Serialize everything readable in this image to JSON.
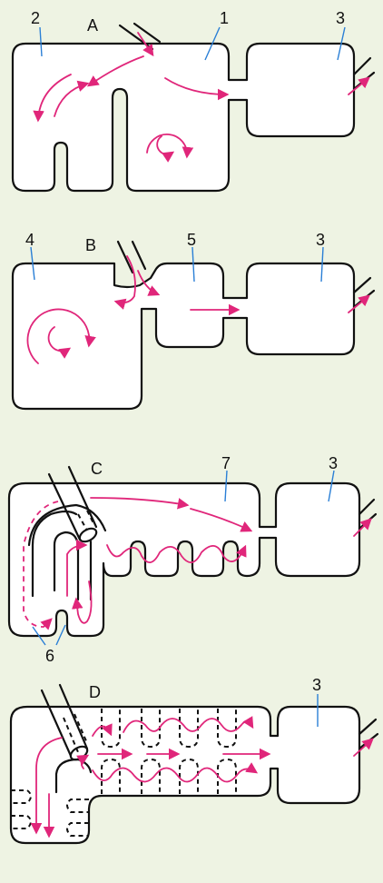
{
  "colors": {
    "background": "#eef3e3",
    "flow_arrow": "#e0267a",
    "outline": "#111111",
    "label_leader": "#2a7fd6",
    "chamber_fill": "#ffffff"
  },
  "panels": [
    {
      "letter": "A",
      "labels": [
        {
          "id": "2",
          "text": "2"
        },
        {
          "id": "1",
          "text": "1"
        },
        {
          "id": "3",
          "text": "3"
        }
      ]
    },
    {
      "letter": "B",
      "labels": [
        {
          "id": "4",
          "text": "4"
        },
        {
          "id": "5",
          "text": "5"
        },
        {
          "id": "3",
          "text": "3"
        }
      ]
    },
    {
      "letter": "C",
      "labels": [
        {
          "id": "7",
          "text": "7"
        },
        {
          "id": "3",
          "text": "3"
        },
        {
          "id": "6",
          "text": "6"
        }
      ]
    },
    {
      "letter": "D",
      "labels": [
        {
          "id": "3",
          "text": "3"
        }
      ]
    }
  ]
}
